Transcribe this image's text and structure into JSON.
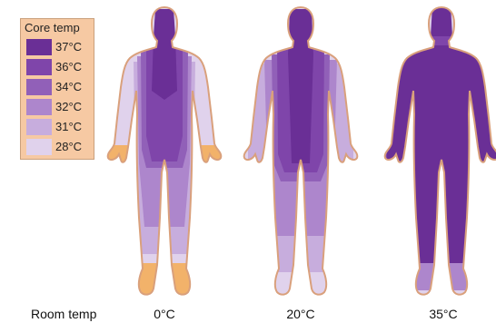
{
  "legend": {
    "title": "Core temp",
    "entries": [
      {
        "label": "37°C",
        "color": "#6a2f96"
      },
      {
        "label": "36°C",
        "color": "#7f45aa"
      },
      {
        "label": "34°C",
        "color": "#9160b8"
      },
      {
        "label": "32°C",
        "color": "#ad86cc"
      },
      {
        "label": "31°C",
        "color": "#c7addd"
      },
      {
        "label": "28°C",
        "color": "#e0d2ec"
      }
    ]
  },
  "room_label": "Room temp",
  "figures": [
    {
      "room_temp": "0°C"
    },
    {
      "room_temp": "20°C"
    },
    {
      "room_temp": "35°C"
    }
  ],
  "colors": {
    "outline": "#d9a07c",
    "cold_extremity": "#f2b26a",
    "layer_1": "#e0d2ec",
    "layer_2": "#c7addd",
    "layer_3": "#ad86cc",
    "layer_4": "#9160b8",
    "layer_5": "#7f45aa",
    "layer_6": "#6a2f96"
  }
}
